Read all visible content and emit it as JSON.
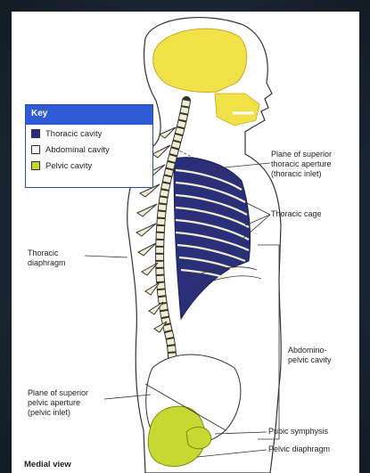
{
  "key": {
    "title": "Key",
    "items": [
      {
        "label": "Thoracic cavity",
        "color": "#2a2f7a"
      },
      {
        "label": "Abdominal cavity",
        "color": "#ffffff"
      },
      {
        "label": "Pelvic cavity",
        "color": "#c8d832"
      }
    ]
  },
  "labels": {
    "sup_thoracic_1": "Plane of superior",
    "sup_thoracic_2": "thoracic aperture",
    "sup_thoracic_3": "(thoracic inlet)",
    "thoracic_cage": "Thoracic cage",
    "diaphragm_1": "Thoracic",
    "diaphragm_2": "diaphragm",
    "abdomino_1": "Abdomino-",
    "abdomino_2": "pelvic cavity",
    "sup_pelvic_1": "Plane of superior",
    "sup_pelvic_2": "pelvic aperture",
    "sup_pelvic_3": "(pelvic inlet)",
    "pubic": "Pubic symphysis",
    "pelvic_diaphragm": "Pelvic diaphragm",
    "view": "Medial view"
  },
  "colors": {
    "skull_fill": "#f2e24a",
    "thoracic": "#2a2f7a",
    "pelvic": "#c8d832",
    "bone": "#f1edcf",
    "line": "#333333"
  }
}
